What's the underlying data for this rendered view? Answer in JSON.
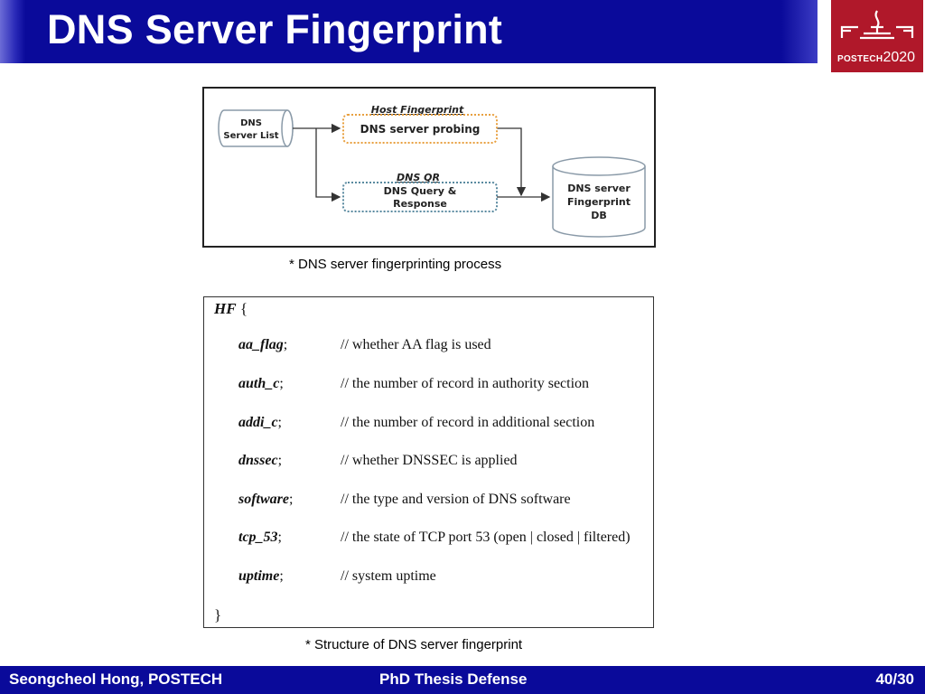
{
  "header": {
    "title": "DNS Server Fingerprint",
    "logo": {
      "name": "POSTECH",
      "year": "2020",
      "icon": "postech-emblem-icon",
      "color": "#b0182a"
    },
    "band_color": "#0a0a9a"
  },
  "diagram": {
    "source": [
      "DNS",
      "Server List"
    ],
    "host_tag": "Host Fingerprint",
    "host_box": "DNS server probing",
    "qr_tag": "DNS QR",
    "qr_box": [
      "DNS Query &",
      "Response"
    ],
    "db": [
      "DNS server",
      "Fingerprint",
      "DB"
    ],
    "colors": {
      "host_border": "#e8a040",
      "qr_border": "#5a8aa0"
    }
  },
  "captions": {
    "process": "* DNS server fingerprinting process",
    "structure": "* Structure of DNS server fingerprint"
  },
  "code": {
    "struct_name": "HF",
    "open_brace": "{",
    "close_brace": "}",
    "fields": [
      {
        "name": "aa_flag",
        "comment": "// whether AA flag is used"
      },
      {
        "name": "auth_c",
        "comment": "// the number of record in authority section"
      },
      {
        "name": "addi_c",
        "comment": "// the number of record in additional section"
      },
      {
        "name": "dnssec",
        "comment": "// whether DNSSEC is applied"
      },
      {
        "name": "software",
        "comment": "// the type and version of DNS software"
      },
      {
        "name": "tcp_53",
        "comment": "// the state of TCP port 53 (open | closed | filtered)"
      },
      {
        "name": "uptime",
        "comment": "// system uptime"
      }
    ]
  },
  "footer": {
    "author": "Seongcheol Hong, POSTECH",
    "event": "PhD Thesis Defense",
    "page": "40/30"
  }
}
